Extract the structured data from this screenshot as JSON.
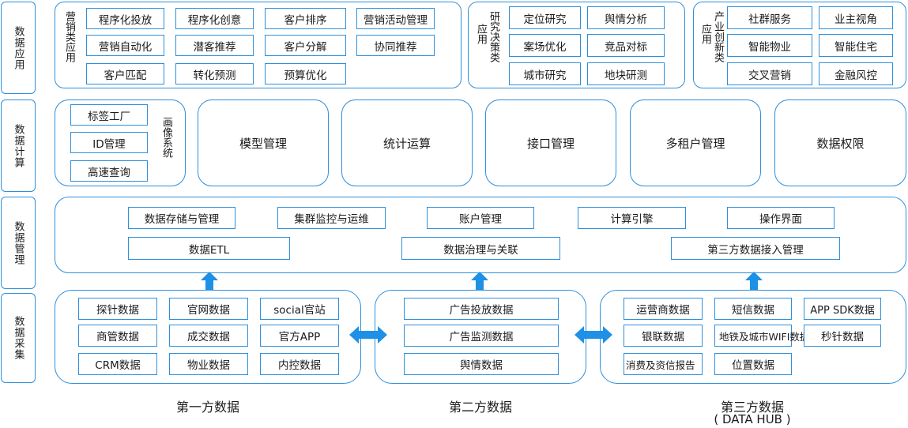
{
  "side_labels": {
    "application": "数据应用",
    "compute": "数据计算",
    "management": "数据管理",
    "collection": "数据采集"
  },
  "application": {
    "marketing": {
      "label": "营销类应用",
      "items": [
        "程序化投放",
        "程序化创意",
        "客户排序",
        "营销活动管理",
        "营销自动化",
        "潜客推荐",
        "客户分解",
        "协同推荐",
        "客户匹配",
        "转化预测",
        "预算优化"
      ]
    },
    "research": {
      "label_a": "应用",
      "label_b": "研究决策类",
      "items": [
        "定位研究",
        "舆情分析",
        "案场优化",
        "竞品对标",
        "城市研究",
        "地块研测"
      ]
    },
    "industry": {
      "label_a": "应用",
      "label_b": "产业创新类",
      "items": [
        "社群服务",
        "业主视角",
        "智能物业",
        "智能住宅",
        "交叉营销",
        "金融风控"
      ]
    }
  },
  "compute": {
    "profile": {
      "label": "画像系统",
      "items": [
        "标签工厂",
        "ID管理",
        "高速查询"
      ]
    },
    "modules": [
      "模型管理",
      "统计运算",
      "接口管理",
      "多租户管理",
      "数据权限"
    ]
  },
  "management": {
    "row1": [
      "数据存储与管理",
      "集群监控与运维",
      "账户管理",
      "计算引擎",
      "操作界面"
    ],
    "row2": [
      "数据ETL",
      "数据治理与关联",
      "第三方数据接入管理"
    ]
  },
  "collection": {
    "first": [
      "探针数据",
      "官网数据",
      "social官站",
      "商管数据",
      "成交数据",
      "官方APP",
      "CRM数据",
      "物业数据",
      "内控数据"
    ],
    "second": [
      "广告投放数据",
      "广告监测数据",
      "舆情数据"
    ],
    "third": [
      "运营商数据",
      "短信数据",
      "APP SDK数据",
      "银联数据",
      "地铁及城市WIFI数据",
      "秒针数据",
      "消费及资信报告",
      "位置数据"
    ]
  },
  "footers": {
    "first": "第一方数据",
    "second": "第二方数据",
    "third": "第三方数据",
    "third_sub": "( DATA HUB )"
  },
  "colors": {
    "border": "#2f8fdb",
    "arrow": "#1e90e6"
  }
}
